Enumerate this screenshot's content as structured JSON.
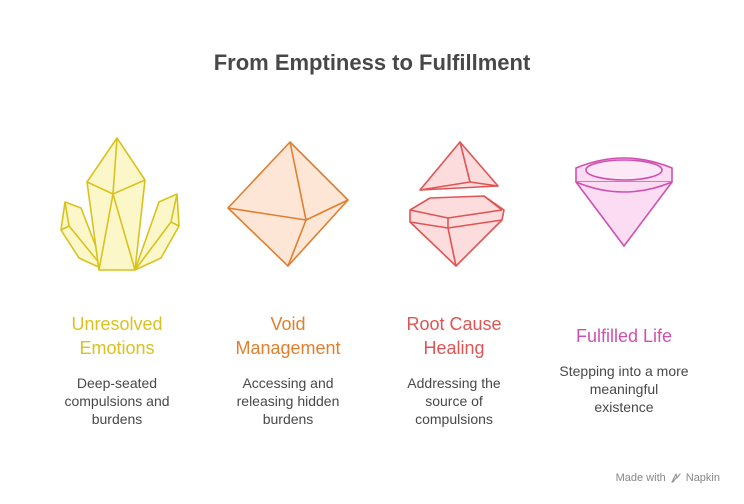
{
  "title": "From Emptiness to Fulfillment",
  "stages": [
    {
      "title_line1": "Unresolved",
      "title_line2": "Emotions",
      "desc_line1": "Deep-seated",
      "desc_line2": "compulsions and",
      "desc_line3": "burdens",
      "color": "#d9c21e",
      "icon": "crystal-cluster-icon"
    },
    {
      "title_line1": "Void",
      "title_line2": "Management",
      "desc_line1": "Accessing and",
      "desc_line2": "releasing hidden",
      "desc_line3": "burdens",
      "color": "#e07f2e",
      "icon": "octahedron-gem-icon"
    },
    {
      "title_line1": "Root Cause",
      "title_line2": "Healing",
      "desc_line1": "Addressing the",
      "desc_line2": "source of",
      "desc_line3": "compulsions",
      "color": "#e05454",
      "icon": "split-gem-icon"
    },
    {
      "title_line1": "Fulfilled Life",
      "desc_line1": "Stepping into a more",
      "desc_line2": "meaningful",
      "desc_line3": "existence",
      "color": "#d050b0",
      "icon": "diamond-icon"
    }
  ],
  "footer": {
    "made_with": "Made with",
    "brand": "Napkin"
  }
}
